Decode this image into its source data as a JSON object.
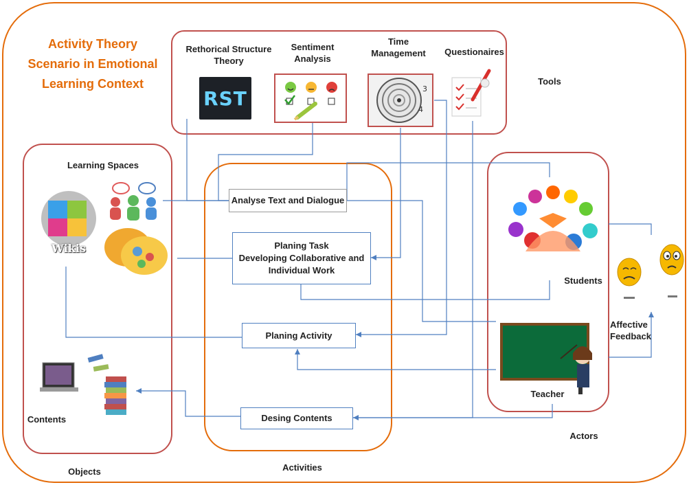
{
  "title": "Activity Theory Scenario in Emotional Learning Context",
  "groups": {
    "tools": "Tools",
    "learning_spaces": "Learning Spaces",
    "objects": "Objects",
    "activities": "Activities",
    "actors": "Actors"
  },
  "tools": {
    "rst": {
      "label": "Rethorical Structure Theory",
      "icon_text": "RST"
    },
    "sentiment": {
      "label": "Sentiment Analysis"
    },
    "time": {
      "label": "Time Management"
    },
    "questionnaires": {
      "label": "Questionaires"
    }
  },
  "spaces": {
    "wikis": "Wikis"
  },
  "objects": {
    "contents": "Contents"
  },
  "activities": {
    "analyse": "Analyse Text and Dialogue",
    "planing_task_1": "Planing Task",
    "planing_task_2": "Developing Collaborative and",
    "planing_task_3": "Individual Work",
    "planing_activity": "Planing Activity",
    "desing_contents": "Desing Contents"
  },
  "actors": {
    "students": "Students",
    "teacher": "Teacher",
    "affective_feedback": "Affective Feedback"
  },
  "colors": {
    "orange": "#e46c0a",
    "red": "#c0504d",
    "blue": "#4f7fc0"
  }
}
